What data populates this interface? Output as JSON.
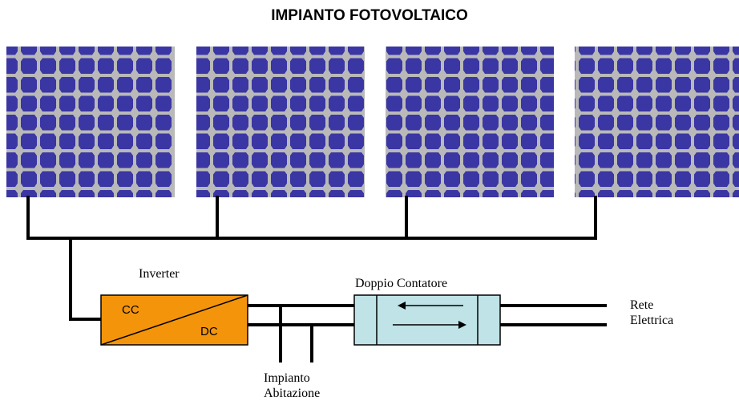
{
  "title": "IMPIANTO FOTOVOLTAICO",
  "panels": {
    "count": 4
  },
  "inverter": {
    "label": "Inverter",
    "input_label": "CC",
    "output_label": "DC"
  },
  "meter": {
    "label": "Doppio Contatore"
  },
  "grid": {
    "line1": "Rete",
    "line2": "Elettrica"
  },
  "house": {
    "line1": "Impianto",
    "line2": "Abitazione"
  },
  "colors": {
    "panel_cell": "#3a36a3",
    "panel_gap": "#b9b9b9",
    "inverter_fill": "#f3940b",
    "meter_fill": "#bfe3e6",
    "wire": "#000000"
  }
}
